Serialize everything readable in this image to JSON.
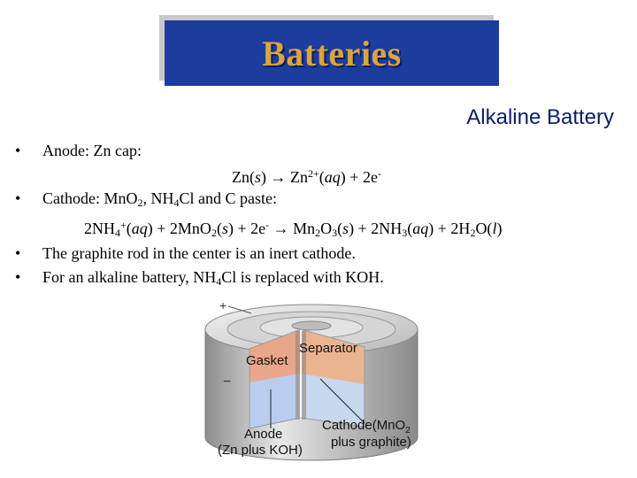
{
  "title": "Batteries",
  "subtitle": "Alkaline Battery",
  "bullets": {
    "b1": "•",
    "b2": "•",
    "b3": "•",
    "b4": "•"
  },
  "text": {
    "anode": "Anode: Zn cap:",
    "anode_eq": {
      "p1": "Zn(",
      "s1": "s",
      "p2": ") → Zn",
      "sup1": "2+",
      "p3": "(",
      "s2": "aq",
      "p4": ") + 2e",
      "sup2": "-"
    },
    "cathode": {
      "p1": "Cathode: MnO",
      "sub1": "2",
      "p2": ", NH",
      "sub2": "4",
      "p3": "Cl and C paste:"
    },
    "cathode_eq": {
      "p1": "2NH",
      "sub1": "4",
      "sup1": "+",
      "p2": "(",
      "s1": "aq",
      "p3": ") + 2MnO",
      "sub2": "2",
      "p4": "(",
      "s2": "s",
      "p5": ") + 2e",
      "sup2": "-",
      "p6": " → Mn",
      "sub3": "2",
      "p7": "O",
      "sub4": "3",
      "p8": "(",
      "s3": "s",
      "p9": ") + 2NH",
      "sub5": "3",
      "p10": "(",
      "s4": "aq",
      "p11": ") + 2H",
      "sub6": "2",
      "p12": "O(",
      "s5": "l",
      "p13": ")"
    },
    "graphite": "The graphite rod in the center is an inert cathode.",
    "alkaline": {
      "p1": "For an alkaline battery, NH",
      "sub1": "4",
      "p2": "Cl is replaced with KOH."
    }
  },
  "diagram": {
    "label_plus": "+",
    "label_minus": "−",
    "gasket": "Gasket",
    "separator": "Separator",
    "anode_1": "Anode",
    "anode_2": "(Zn plus KOH)",
    "cathode_1": "Cathode(MnO",
    "cathode_sub": "2",
    "cathode_2": "plus graphite)"
  }
}
